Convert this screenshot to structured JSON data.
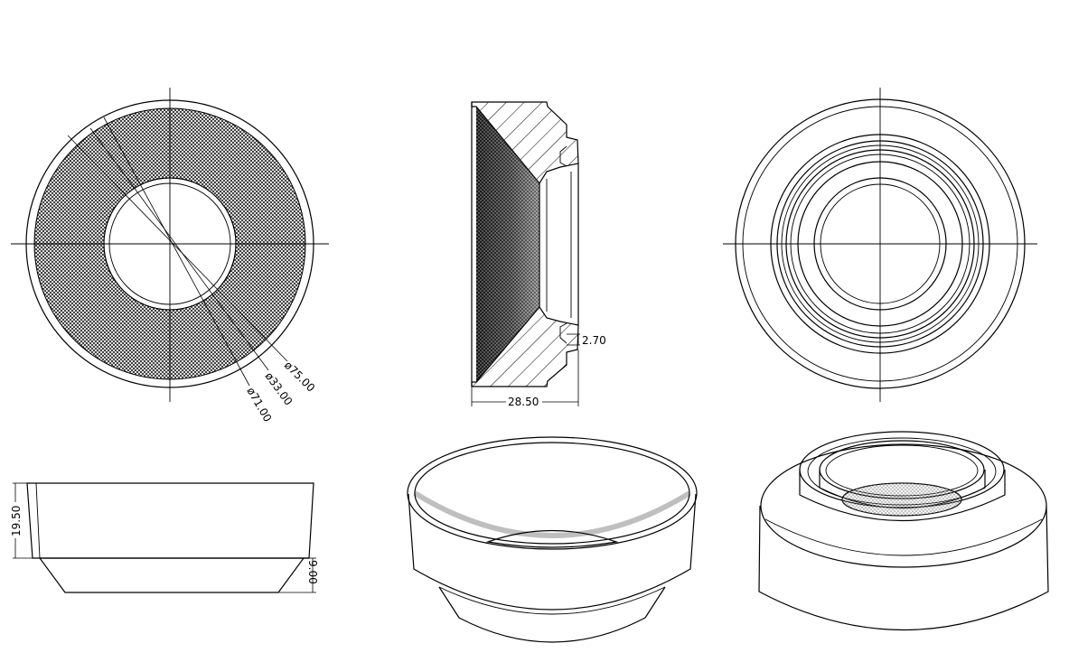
{
  "colors": {
    "line": "#000000",
    "background": "#ffffff"
  },
  "dimensions": {
    "outer_diameter": "ø75.00",
    "inner_diameter": "ø33.00",
    "rim_diameter": "ø71.00",
    "section_width": "28.50",
    "groove_depth": "2.70",
    "total_height": "19.50",
    "lower_height": "9.00"
  }
}
